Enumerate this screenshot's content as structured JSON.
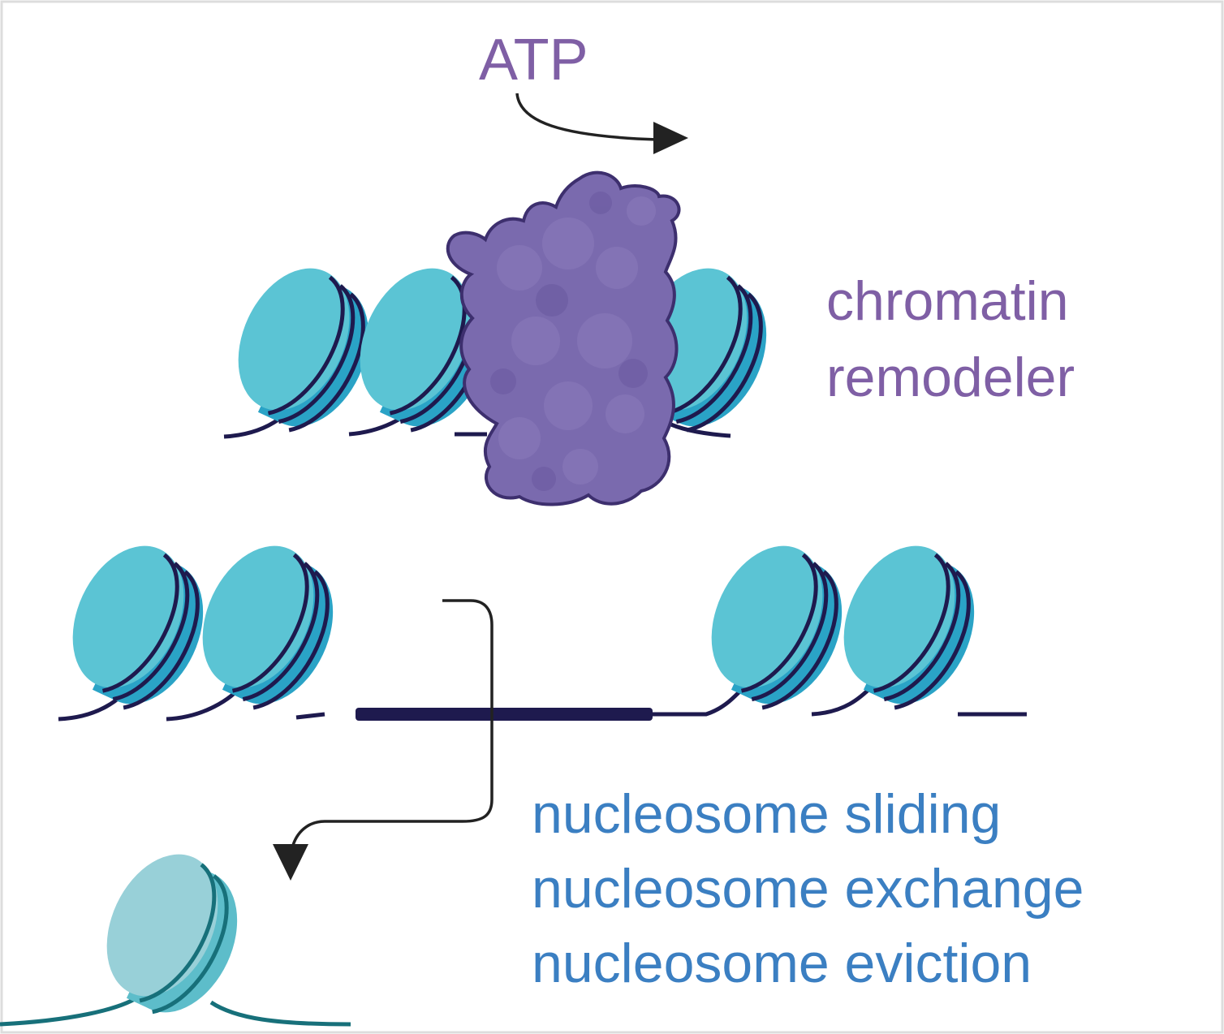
{
  "labels": {
    "atp": "ATP",
    "remodeler_line1": "chromatin",
    "remodeler_line2": "remodeler",
    "outcome_1": "nucleosome sliding",
    "outcome_2": "nucleosome exchange",
    "outcome_3": "nucleosome eviction"
  },
  "colors": {
    "purple_text": "#7f5fa5",
    "blue_text": "#3b7fc2",
    "histone_face": "#5bc4d4",
    "histone_side": "#2aa3c6",
    "dna": "#1e1a4e",
    "remodeler_fill": "#7a6aae",
    "remodeler_stroke": "#3d2f6e",
    "evicted_face": "#98d0d8",
    "evicted_side": "#5dbdca",
    "evicted_dna": "#17707a",
    "arrow": "#222222",
    "frame": "#dddddd"
  }
}
